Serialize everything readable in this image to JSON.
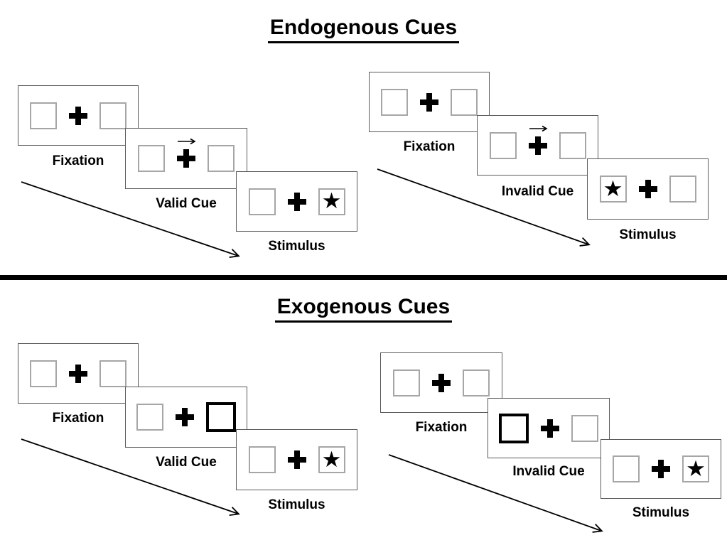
{
  "sections": [
    {
      "title": "Endogenous Cues",
      "sequences": [
        {
          "type": "valid",
          "panels": [
            {
              "label": "Fixation",
              "content": "two empty boxes with central fixation cross"
            },
            {
              "label": "Valid Cue",
              "content": "central arrow cue above fixation cross",
              "cue_direction": "right"
            },
            {
              "label": "Stimulus",
              "content": "star target",
              "star_position": "right"
            }
          ]
        },
        {
          "type": "invalid",
          "panels": [
            {
              "label": "Fixation",
              "content": "two empty boxes with central fixation cross"
            },
            {
              "label": "Invalid Cue",
              "content": "central arrow cue above fixation cross",
              "cue_direction": "right"
            },
            {
              "label": "Stimulus",
              "content": "star target",
              "star_position": "left"
            }
          ]
        }
      ]
    },
    {
      "title": "Exogenous Cues",
      "sequences": [
        {
          "type": "valid",
          "panels": [
            {
              "label": "Fixation",
              "content": "two empty boxes with central fixation cross"
            },
            {
              "label": "Valid Cue",
              "content": "peripheral box brightening cue",
              "highlighted_box": "right"
            },
            {
              "label": "Stimulus",
              "content": "star target",
              "star_position": "right"
            }
          ]
        },
        {
          "type": "invalid",
          "panels": [
            {
              "label": "Fixation",
              "content": "two empty boxes with central fixation cross"
            },
            {
              "label": "Invalid Cue",
              "content": "peripheral box brightening cue",
              "highlighted_box": "left"
            },
            {
              "label": "Stimulus",
              "content": "star target",
              "star_position": "right"
            }
          ]
        }
      ]
    }
  ],
  "glyphs": {
    "star": "★"
  },
  "colors": {
    "ink": "#000000",
    "panel_border": "#595959",
    "square_border": "#a6a6a6",
    "highlight_border": "#000000",
    "background": "#ffffff"
  }
}
